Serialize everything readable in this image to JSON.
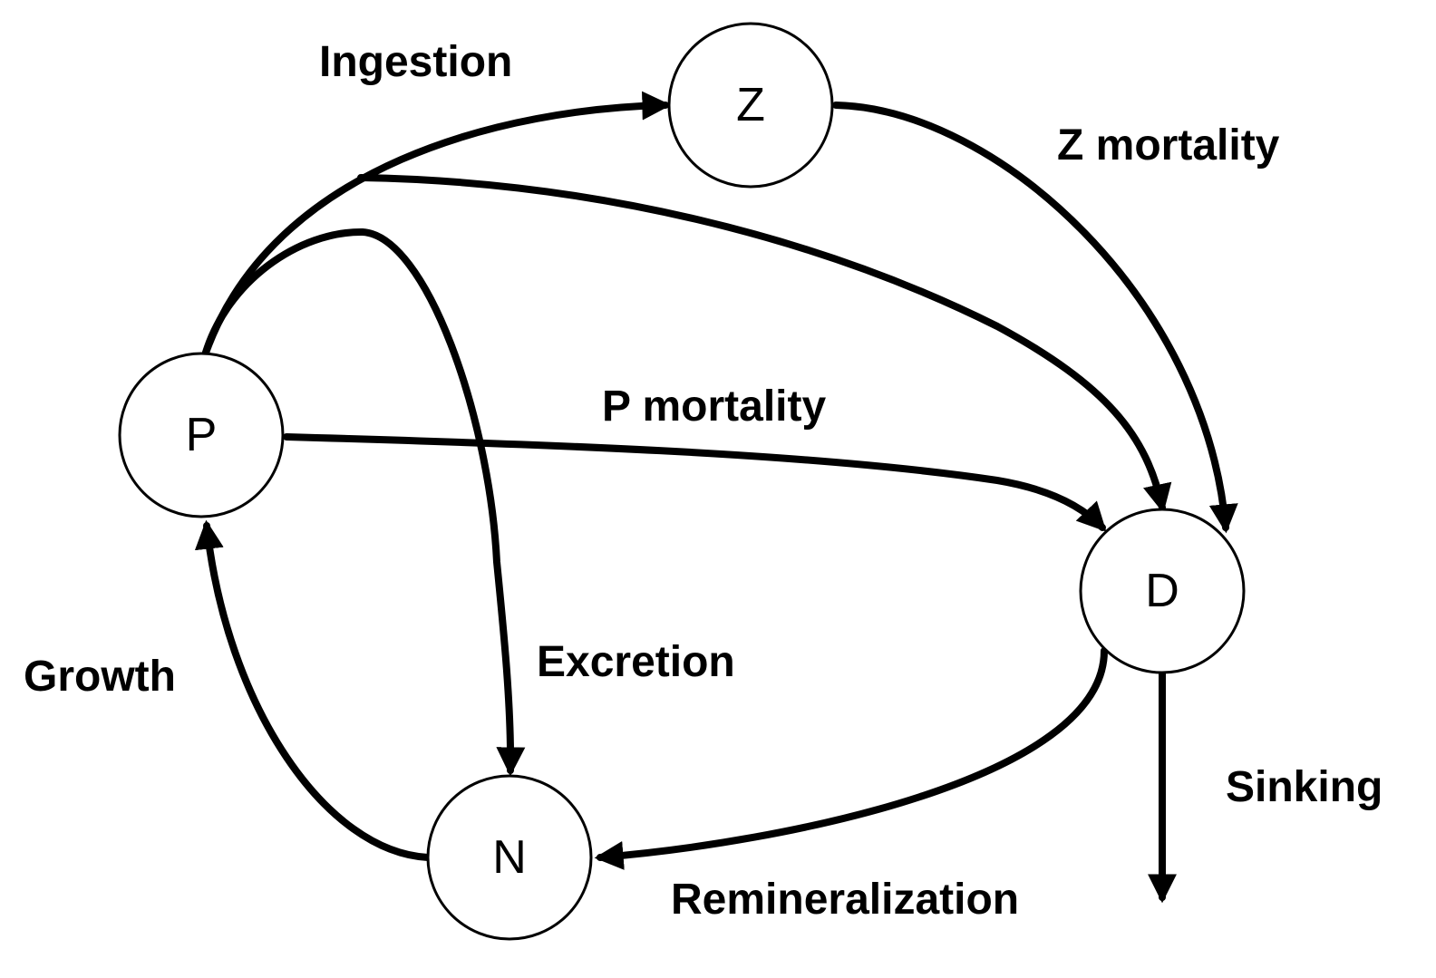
{
  "nodes": {
    "P": "P",
    "Z": "Z",
    "D": "D",
    "N": "N"
  },
  "labels": {
    "ingestion": "Ingestion",
    "z_mortality": "Z mortality",
    "p_mortality": "P mortality",
    "excretion": "Excretion",
    "growth": "Growth",
    "sinking": "Sinking",
    "remineralization": "Remineralization"
  },
  "colors": {
    "stroke": "#000000",
    "background": "#ffffff"
  }
}
